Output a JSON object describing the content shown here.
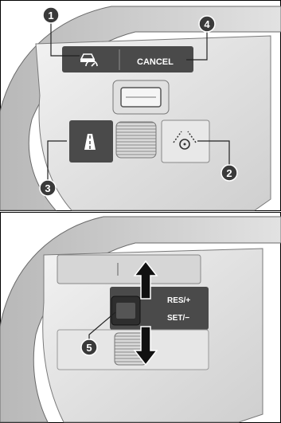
{
  "panels": [
    {
      "buttons": {
        "cancel": "CANCEL"
      },
      "callouts": [
        "1",
        "4",
        "2",
        "3"
      ],
      "icons": [
        "cruise-control-icon",
        "lane-keeping-icon",
        "road-lane-icon",
        "adaptive-cruise-interval-icon"
      ]
    },
    {
      "buttons": {
        "res_plus": "RES/+",
        "set_minus": "SET/−"
      },
      "callouts": [
        "5"
      ],
      "icons": [
        "arrow-up-icon",
        "arrow-down-icon"
      ]
    }
  ],
  "colors": {
    "button_dark": "#4a4a4a",
    "wheel_light": "#e6e6e6",
    "wheel_mid": "#c8c8c8",
    "callout": "#3a3a3a"
  }
}
